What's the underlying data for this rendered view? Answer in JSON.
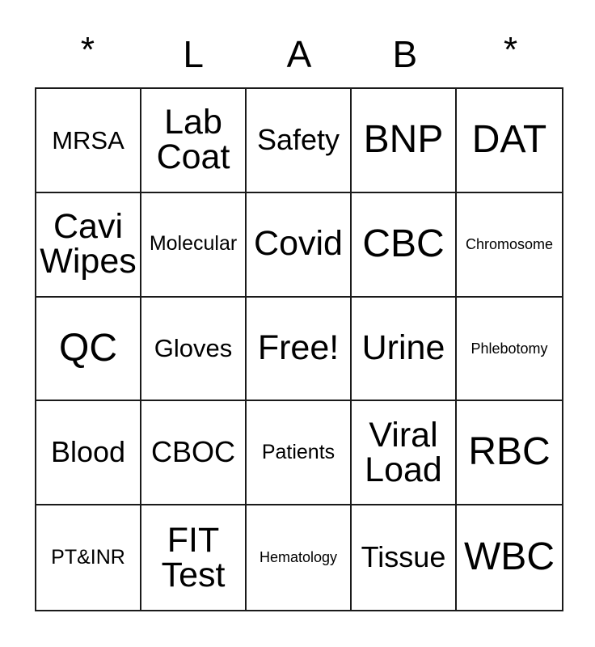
{
  "card": {
    "header_letters": [
      "*",
      "L",
      "A",
      "B",
      "*"
    ],
    "free_space_label": "Free!",
    "grid": {
      "columns": 5,
      "rows": 5,
      "cells": [
        {
          "text": "MRSA",
          "size": "sm"
        },
        {
          "text": "Lab Coat",
          "size": "lg"
        },
        {
          "text": "Safety",
          "size": "md"
        },
        {
          "text": "BNP",
          "size": "xl"
        },
        {
          "text": "DAT",
          "size": "xl"
        },
        {
          "text": "Cavi Wipes",
          "size": "lg"
        },
        {
          "text": "Molecular",
          "size": "xs"
        },
        {
          "text": "Covid",
          "size": "lg"
        },
        {
          "text": "CBC",
          "size": "xl"
        },
        {
          "text": "Chromosome",
          "size": "xxs"
        },
        {
          "text": "QC",
          "size": "xl"
        },
        {
          "text": "Gloves",
          "size": "sm"
        },
        {
          "text": "Free!",
          "size": "lg"
        },
        {
          "text": "Urine",
          "size": "lg"
        },
        {
          "text": "Phlebotomy",
          "size": "xxs"
        },
        {
          "text": "Blood",
          "size": "md"
        },
        {
          "text": "CBOC",
          "size": "md"
        },
        {
          "text": "Patients",
          "size": "xs"
        },
        {
          "text": "Viral Load",
          "size": "lg"
        },
        {
          "text": "RBC",
          "size": "xl"
        },
        {
          "text": "PT&INR",
          "size": "xs"
        },
        {
          "text": "FIT Test",
          "size": "lg"
        },
        {
          "text": "Hematology",
          "size": "xxs"
        },
        {
          "text": "Tissue",
          "size": "md"
        },
        {
          "text": "WBC",
          "size": "xl"
        }
      ]
    },
    "colors": {
      "background": "#ffffff",
      "grid_line": "#1a1a1a",
      "text": "#000000"
    }
  }
}
